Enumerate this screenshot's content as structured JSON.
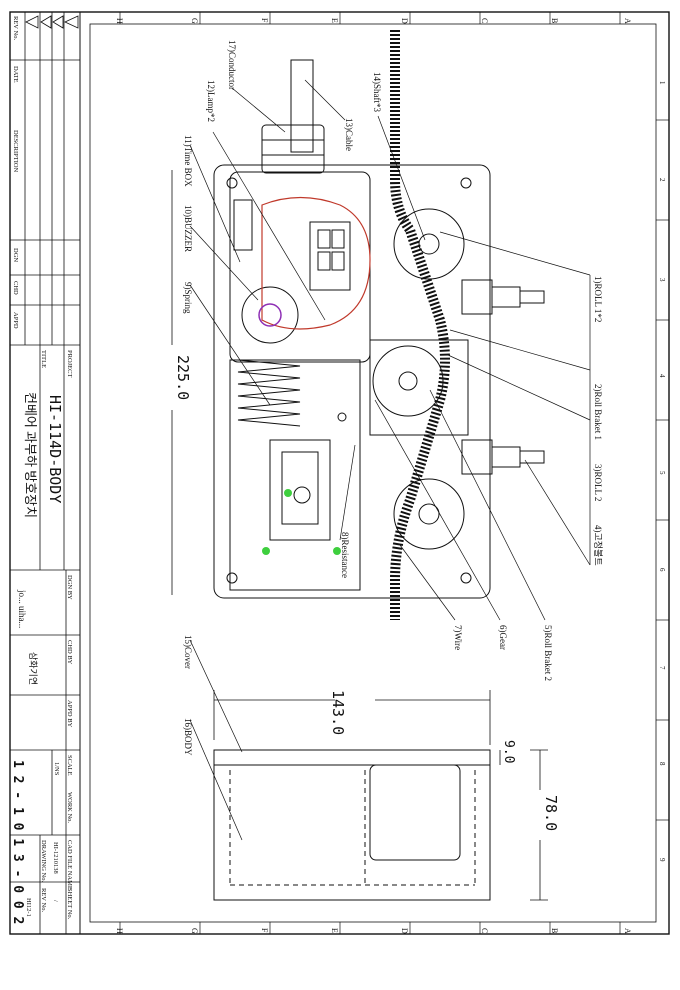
{
  "title_block": {
    "rev_no": "REV No.",
    "date": "DATE",
    "description": "DESCRIPTION",
    "dgn": "DGN",
    "chd": "CHD",
    "appd": "APPD",
    "project_label": "PROJECT",
    "project_value": "HI-114D-BODY",
    "title_label": "TITLE",
    "title_value": "컨베어 과부하 방호장치",
    "company_logo": "jo... uiha...",
    "company_name": "삼화기연",
    "dgn_by": "DGN BY",
    "chd_by": "CHD BY",
    "appd_by": "APPD BY",
    "scale": "SCALE",
    "scale_value": "1/NS",
    "work_no": "WORK No.",
    "cad_file_name": "CAD FILE NAME",
    "cad_file_value": "HI-1210138",
    "sheet_no": "SHEET No.",
    "sheet_value": "/",
    "drawing_no_label": "DRAWING No.",
    "drawing_no_value": "1 2 - 1 0 1 3 - 0 0 2",
    "rev_no_label": "REV No.",
    "rev_value": "HI12-1"
  },
  "border_marks": {
    "letters": [
      "H",
      "G",
      "F",
      "E",
      "D",
      "C",
      "B",
      "A"
    ],
    "numbers": [
      "1",
      "2",
      "3",
      "4",
      "5",
      "6",
      "7",
      "8",
      "9"
    ]
  },
  "parts": {
    "p1": "1)ROLL 1*2",
    "p2": "2)Roll Braket 1",
    "p3": "3)ROLL 2",
    "p4": "4)고정볼트",
    "p5": "5)Roll Braket 2",
    "p6": "6)Gear",
    "p7": "7)Wire",
    "p8": "8)Resistance",
    "p9": "9)Spring",
    "p10": "10)BUZZER",
    "p11": "11)Time BOX",
    "p12": "12)Lamp*2",
    "p13": "13)Cable",
    "p14": "14)Shaft*3",
    "p15": "15)Cover",
    "p16": "16)BODY",
    "p17": "17)Conductor"
  },
  "dimensions": {
    "length": "225.0",
    "width": "143.0",
    "height": "78.0",
    "lid": "9.0"
  },
  "colors": {
    "line": "#111111",
    "red": "#c0392b",
    "green": "#3ecf3e",
    "purple": "#8e2fb5"
  }
}
